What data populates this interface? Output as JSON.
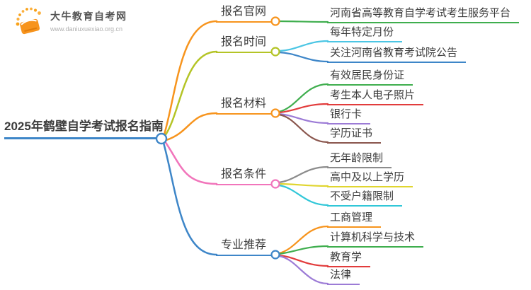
{
  "logo": {
    "site_name": "大牛教育自考网",
    "site_url": "www.daniuxuexiao.org.cn",
    "icon": "book-with-rays-icon",
    "icon_color": "#f7941d"
  },
  "mindmap": {
    "root": {
      "label": "2025年鹤壁自学考试报名指南",
      "color": "#3e86c8"
    },
    "branches": [
      {
        "label": "报名官网",
        "color": "#f7941d",
        "children": [
          {
            "label": "河南省高等教育自学考试考生服务平台",
            "color": "#3fae4e"
          }
        ]
      },
      {
        "label": "报名时间",
        "color": "#b4c426",
        "children": [
          {
            "label": "每年特定月份",
            "color": "#4cc6e4"
          },
          {
            "label": "关注河南省教育考试院公告",
            "color": "#3e86c8"
          }
        ]
      },
      {
        "label": "报名材料",
        "color": "#f7941d",
        "children": [
          {
            "label": "有效居民身份证",
            "color": "#3fae4e"
          },
          {
            "label": "考生本人电子照片",
            "color": "#e23c3c"
          },
          {
            "label": "银行卡",
            "color": "#9c7bd6"
          },
          {
            "label": "学历证书",
            "color": "#8a564d"
          }
        ]
      },
      {
        "label": "报名条件",
        "color": "#f175bb",
        "children": [
          {
            "label": "无年龄限制",
            "color": "#8c8c8c"
          },
          {
            "label": "高中及以上学历",
            "color": "#e0d52f"
          },
          {
            "label": "不受户籍限制",
            "color": "#31c7d8"
          }
        ]
      },
      {
        "label": "专业推荐",
        "color": "#3e86c8",
        "children": [
          {
            "label": "工商管理",
            "color": "#f7941d"
          },
          {
            "label": "计算机科学与技术",
            "color": "#3fae4e"
          },
          {
            "label": "教育学",
            "color": "#e23c3c"
          },
          {
            "label": "法律",
            "color": "#9c7bd6"
          }
        ]
      }
    ]
  }
}
